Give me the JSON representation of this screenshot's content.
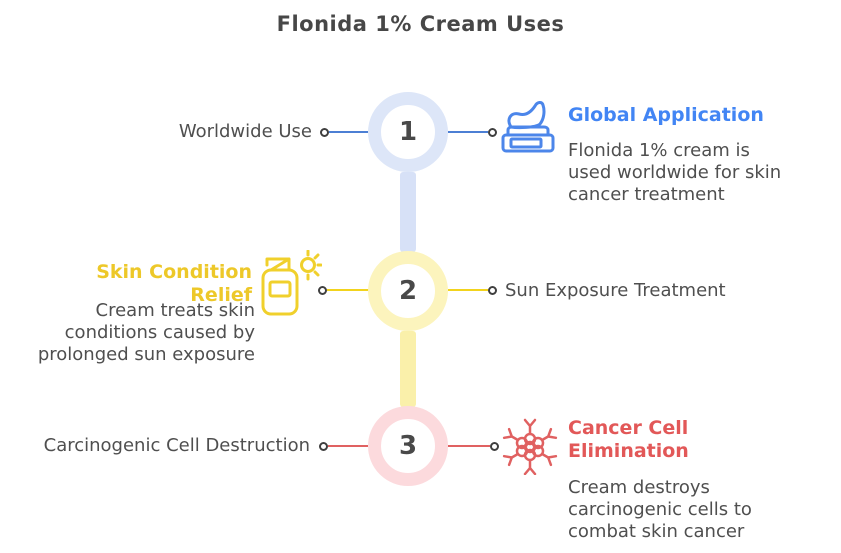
{
  "title": "Flonida 1% Cream Uses",
  "colors": {
    "blue_accent": "#4285f4",
    "blue_line": "#4c7fd4",
    "blue_ring": "#dde6f8",
    "yellow_accent": "#edc829",
    "yellow_line": "#f2d31d",
    "yellow_ring": "#fcf4bd",
    "red_accent": "#e25858",
    "red_line": "#e06161",
    "pink_ring": "#fcdadd",
    "text": "#4f4f4f"
  },
  "steps": [
    {
      "number": "1",
      "color": "blue",
      "left_label": "Worldwide Use",
      "right": {
        "icon": "cream-jar-icon",
        "heading": "Global Application",
        "body": "Flonida 1% cream is\nused worldwide for skin\ncancer treatment"
      }
    },
    {
      "number": "2",
      "color": "yellow",
      "left": {
        "heading": "Skin Condition Relief",
        "icon": "sunscreen-bottle-sun-icon",
        "body": "Cream treats skin\nconditions caused by\nprolonged sun exposure"
      },
      "right_label": "Sun Exposure Treatment"
    },
    {
      "number": "3",
      "color": "red",
      "left_label": "Carcinogenic Cell Destruction",
      "right": {
        "icon": "cancer-cell-icon",
        "heading": "Cancer Cell\nElimination",
        "body": "Cream destroys\ncarcinogenic cells to\ncombat skin cancer"
      }
    }
  ]
}
